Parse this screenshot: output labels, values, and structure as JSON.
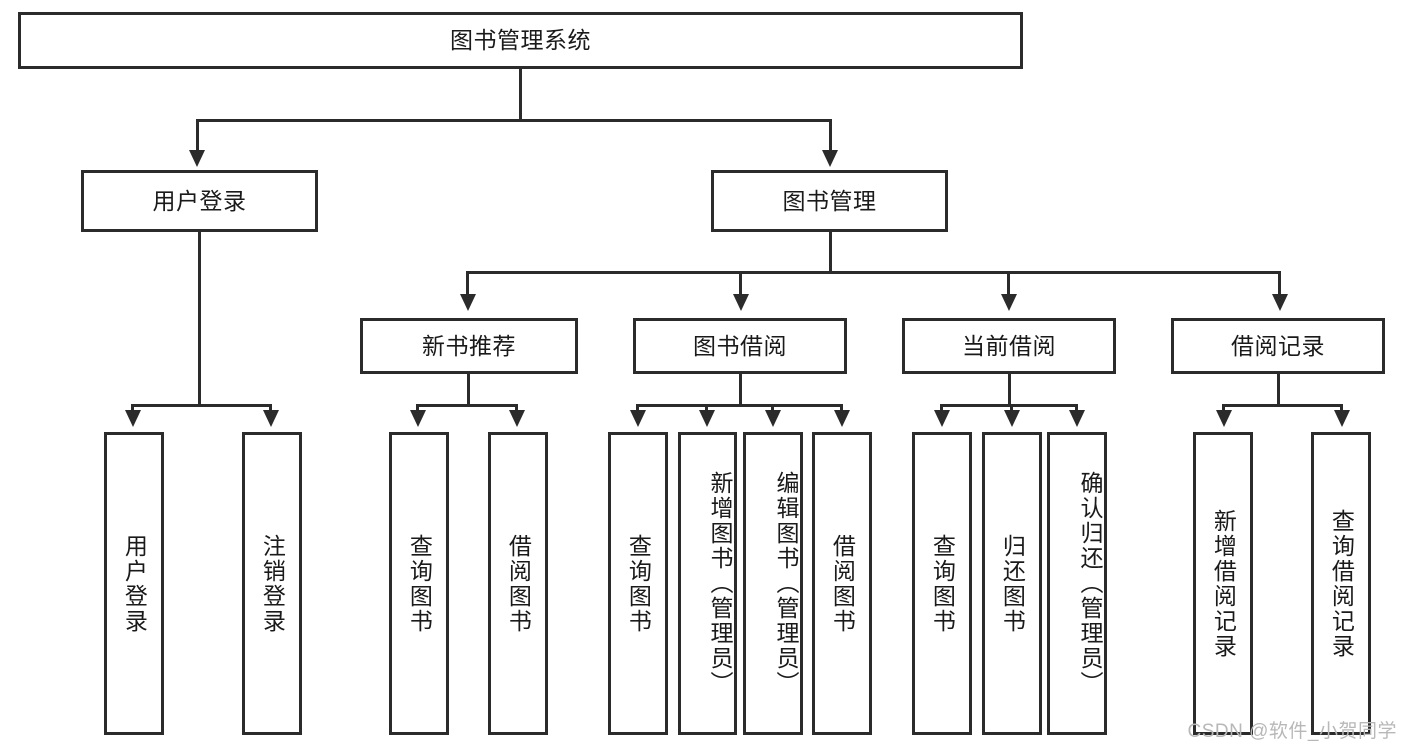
{
  "diagram": {
    "title": "图书管理系统",
    "type": "tree",
    "colors": {
      "stroke": "#2b2b2b",
      "fill": "#ffffff",
      "text": "#1a1a1a",
      "watermark": "#b8b8b8"
    },
    "root": {
      "label": "图书管理系统"
    },
    "level2": [
      {
        "label": "用户登录"
      },
      {
        "label": "图书管理"
      }
    ],
    "level3": [
      {
        "label": "新书推荐"
      },
      {
        "label": "图书借阅"
      },
      {
        "label": "当前借阅"
      },
      {
        "label": "借阅记录"
      }
    ],
    "leaves": {
      "user_login": [
        {
          "label": "用户登录"
        },
        {
          "label": "注销登录"
        }
      ],
      "new_book_recommend": [
        {
          "label": "查询图书"
        },
        {
          "label": "借阅图书"
        }
      ],
      "book_borrow": [
        {
          "label": "查询图书"
        },
        {
          "label": "新增图书（管理员）"
        },
        {
          "label": "编辑图书（管理员）"
        },
        {
          "label": "借阅图书"
        }
      ],
      "current_borrow": [
        {
          "label": "查询图书"
        },
        {
          "label": "归还图书"
        },
        {
          "label": "确认归还（管理员）"
        }
      ],
      "borrow_record": [
        {
          "label": "新增借阅记录"
        },
        {
          "label": "查询借阅记录"
        }
      ]
    },
    "watermark": "CSDN @软件_小贺同学"
  }
}
